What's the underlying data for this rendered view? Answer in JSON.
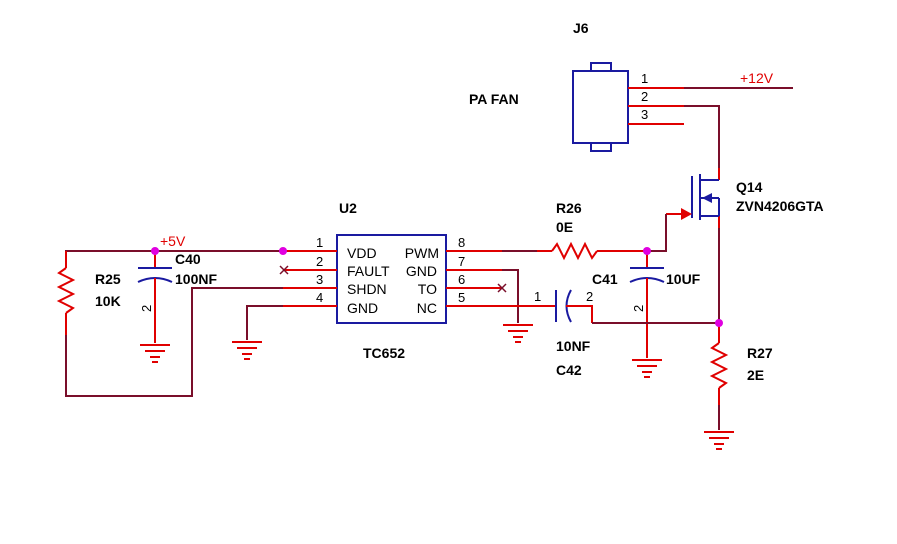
{
  "connector": {
    "ref": "J6",
    "name": "PA FAN",
    "pins": [
      "1",
      "2",
      "3"
    ]
  },
  "supply": {
    "v12": "+12V",
    "v5": "+5V"
  },
  "ic": {
    "ref": "U2",
    "part": "TC652",
    "left_pins": [
      {
        "num": "1",
        "name": "VDD"
      },
      {
        "num": "2",
        "name": "FAULT"
      },
      {
        "num": "3",
        "name": "SHDN"
      },
      {
        "num": "4",
        "name": "GND"
      }
    ],
    "right_pins": [
      {
        "num": "8",
        "name": "PWM"
      },
      {
        "num": "7",
        "name": "GND"
      },
      {
        "num": "6",
        "name": "TO"
      },
      {
        "num": "5",
        "name": "NC"
      }
    ]
  },
  "r25": {
    "ref": "R25",
    "value": "10K"
  },
  "c40": {
    "ref": "C40",
    "value": "100NF",
    "pin": "2"
  },
  "r26": {
    "ref": "R26",
    "value": "0E"
  },
  "c41": {
    "ref": "C41",
    "value": "10UF",
    "pin": "2"
  },
  "c42": {
    "ref": "C42",
    "value": "10NF",
    "pin1": "1",
    "pin2": "2"
  },
  "q14": {
    "ref": "Q14",
    "part": "ZVN4206GTA"
  },
  "r27": {
    "ref": "R27",
    "value": "2E"
  },
  "colors": {
    "wire": "#7a0e2a",
    "lead": "#e00000",
    "symbol": "#1a1aa0",
    "junction": "#e000e0"
  }
}
